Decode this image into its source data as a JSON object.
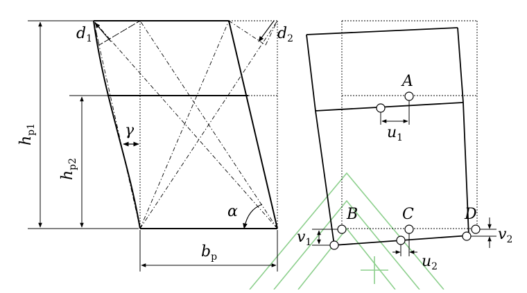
{
  "left": {
    "hp1": {
      "main": "h",
      "sub": "p1"
    },
    "hp2": {
      "main": "h",
      "sub": "p2"
    },
    "bp": {
      "main": "b",
      "sub": "p"
    },
    "d1": {
      "main": "d",
      "sub": "1"
    },
    "d2": {
      "main": "d",
      "sub": "2"
    },
    "gamma": "γ",
    "alpha": "α"
  },
  "right": {
    "A": "A",
    "B": "B",
    "C": "C",
    "D": "D",
    "u1": {
      "main": "u",
      "sub": "1"
    },
    "u2": {
      "main": "u",
      "sub": "2"
    },
    "v1": {
      "main": "v",
      "sub": "1"
    },
    "v2": {
      "main": "v",
      "sub": "2"
    }
  },
  "colors": {
    "ink": "#000000",
    "watermark": "#8ccf8c"
  }
}
